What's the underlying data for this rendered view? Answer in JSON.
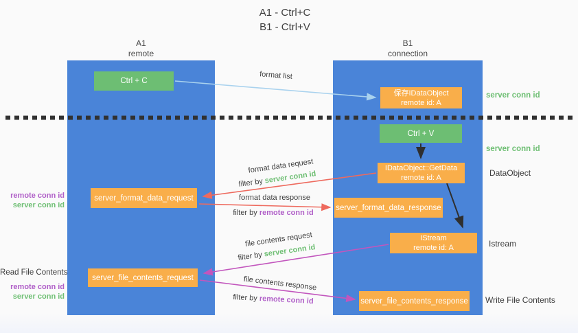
{
  "title": {
    "line1": "A1 - Ctrl+C",
    "line2": "B1 - Ctrl+V"
  },
  "columns": {
    "left": {
      "name": "A1",
      "subtitle": "remote"
    },
    "right": {
      "name": "B1",
      "subtitle": "connection"
    }
  },
  "nodes": {
    "ctrl_c": {
      "label": "Ctrl + C"
    },
    "save_dataobject": {
      "line1": "保存IDataObject",
      "line2": "remote id: A"
    },
    "ctrl_v": {
      "label": "Ctrl + V"
    },
    "getdata": {
      "line1": "IDataObject::GetData",
      "line2": "remote id: A"
    },
    "format_request": {
      "label": "server_format_data_request"
    },
    "format_response": {
      "label": "server_format_data_response"
    },
    "istream": {
      "line1": "IStream",
      "line2": "remote id: A"
    },
    "file_request": {
      "label": "server_file_contents_request"
    },
    "file_response": {
      "label": "server_file_contents_response"
    }
  },
  "arrow_labels": {
    "format_list": "format list",
    "format_data_request": "format data request",
    "format_data_request_filter": {
      "prefix": "filter by ",
      "value": "server conn id"
    },
    "format_data_response": "format data response",
    "format_data_response_filter": {
      "prefix": "filter by ",
      "value": "remote conn id"
    },
    "file_contents_request": "file contents request",
    "file_contents_request_filter": {
      "prefix": "filter by ",
      "value": "server conn id"
    },
    "file_contents_response": "file contents response",
    "file_contents_response_filter": {
      "prefix": "filter by ",
      "value": "remote conn id"
    }
  },
  "side_labels": {
    "server_conn_id_top": "server conn id",
    "server_conn_id_mid": "server conn id",
    "dataobject": "DataObject",
    "istream": "Istream",
    "write_file_contents": "Write File Contents",
    "read_file_contents": "Read File Contents",
    "format_remote_conn_id": "remote conn id",
    "format_server_conn_id": "server conn id",
    "file_remote_conn_id": "remote conn id",
    "file_server_conn_id": "server conn id"
  },
  "colors": {
    "column_blue": "#4a84d8",
    "box_green": "#6dbe73",
    "box_orange": "#f9ae4a",
    "arrow_lightblue": "#a9d2ee",
    "arrow_red": "#ee6a5e",
    "arrow_magenta": "#c256bd",
    "arrow_black": "#2f2f2f",
    "text_green": "#6fbf74",
    "text_purple": "#b05fc8",
    "text_dark": "#3e3e3e",
    "dash_separator": "#313131"
  }
}
